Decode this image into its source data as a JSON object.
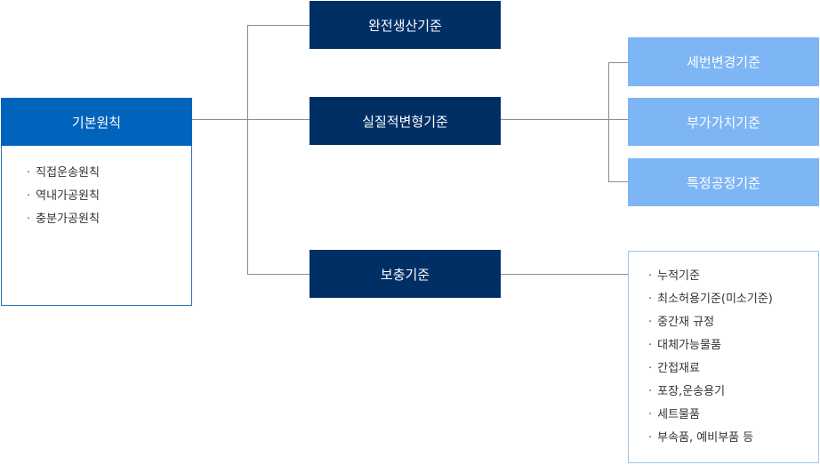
{
  "root": {
    "title": "기본원칙",
    "items": [
      "직접운송원칙",
      "역내가공원칙",
      "충분가공원칙"
    ]
  },
  "branches": {
    "complete": "완전생산기준",
    "substantial": "실질적변형기준",
    "supplementary": "보충기준"
  },
  "substantial_children": [
    "세번변경기준",
    "부가가치기준",
    "특정공정기준"
  ],
  "supplementary_items": [
    "누적기준",
    "최소허용기준(미소기준)",
    "중간재 규정",
    "대체가능물품",
    "간접재료",
    "포장,운송용기",
    "세트물품",
    "부속품, 예비부품 등"
  ],
  "colors": {
    "navy": "#002f66",
    "blue": "#0064bd",
    "light_blue": "#7eb5f5",
    "connector": "#8c8c8c"
  }
}
